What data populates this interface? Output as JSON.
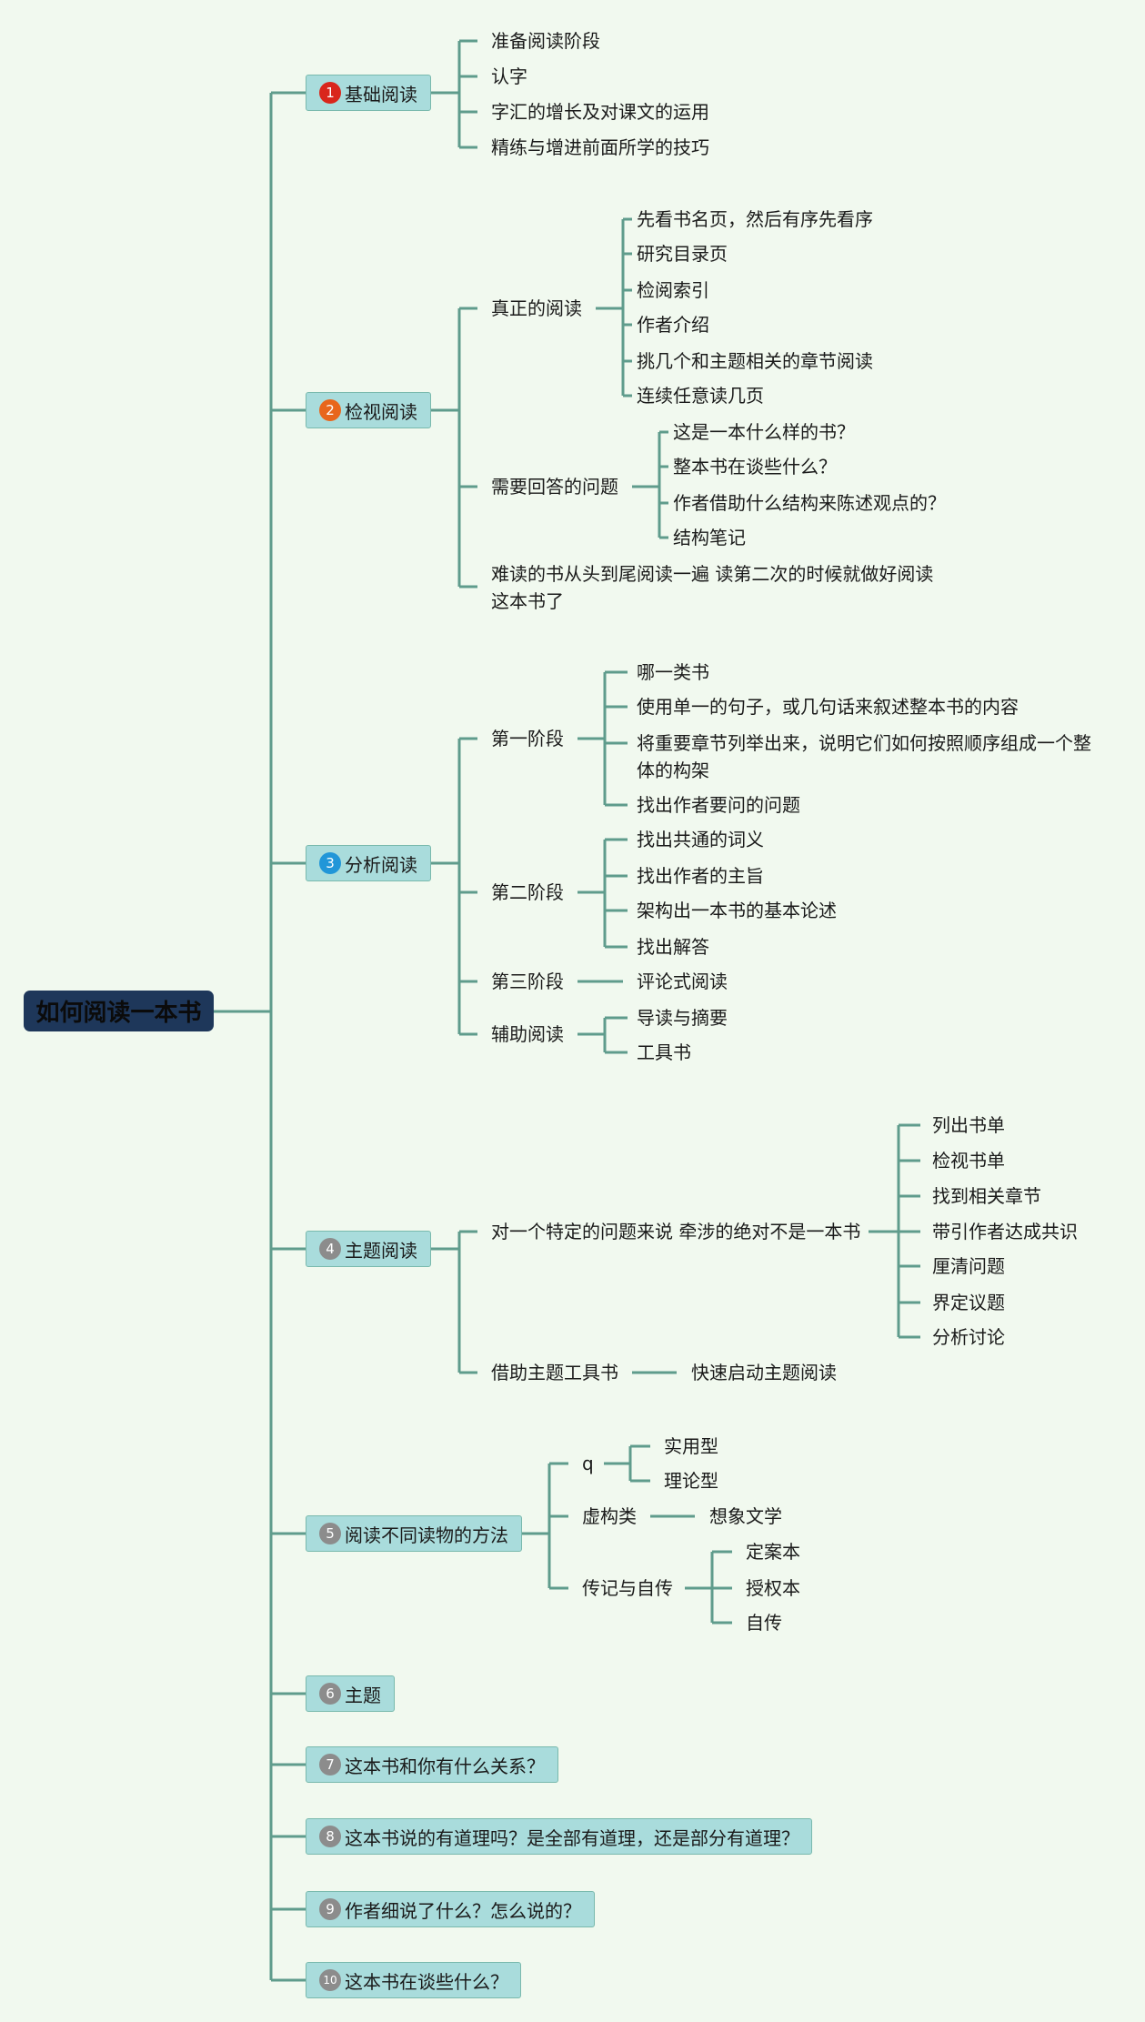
{
  "root": "如何阅读一本书",
  "colors": {
    "background": "#f1f9ef",
    "line": "#5f9c8c",
    "node_fill": "#a9dcdc",
    "root_fill": "#1e375a",
    "badge_1": "#d9261c",
    "badge_2": "#e8661c",
    "badge_3": "#2196d8",
    "badge_other": "#8c8c8c"
  },
  "branches": [
    {
      "num": "1",
      "label": "基础阅读",
      "children": [
        "准备阅读阶段",
        "认字",
        "字汇的增长及对课文的运用",
        "精练与增进前面所学的技巧"
      ]
    },
    {
      "num": "2",
      "label": "检视阅读",
      "children": [
        {
          "label": "真正的阅读",
          "children": [
            "先看书名页，然后有序先看序",
            "研究目录页",
            "检阅索引",
            "作者介绍",
            "挑几个和主题相关的章节阅读",
            "连续任意读几页"
          ]
        },
        {
          "label": "需要回答的问题",
          "children": [
            "这是一本什么样的书？",
            "整本书在谈些什么？",
            "作者借助什么结构来陈述观点的？",
            "结构笔记"
          ]
        },
        {
          "label": "难读的书从头到尾阅读一遍 读第二次的时候就做好阅读这本书了"
        }
      ]
    },
    {
      "num": "3",
      "label": "分析阅读",
      "children": [
        {
          "label": "第一阶段",
          "children": [
            "哪一类书",
            "使用单一的句子，或几句话来叙述整本书的内容",
            "将重要章节列举出来，说明它们如何按照顺序组成一个整体的构架",
            "找出作者要问的问题"
          ]
        },
        {
          "label": "第二阶段",
          "children": [
            "找出共通的词义",
            "找出作者的主旨",
            "架构出一本书的基本论述",
            "找出解答"
          ]
        },
        {
          "label": "第三阶段",
          "children": [
            "评论式阅读"
          ]
        },
        {
          "label": "辅助阅读",
          "children": [
            "导读与摘要",
            "工具书"
          ]
        }
      ]
    },
    {
      "num": "4",
      "label": "主题阅读",
      "children": [
        {
          "label": "对一个特定的问题来说 牵涉的绝对不是一本书",
          "children": [
            "列出书单",
            "检视书单",
            "找到相关章节",
            "带引作者达成共识",
            "厘清问题",
            "界定议题",
            "分析讨论"
          ]
        },
        {
          "label": "借助主题工具书",
          "children": [
            "快速启动主题阅读"
          ]
        }
      ]
    },
    {
      "num": "5",
      "label": "阅读不同读物的方法",
      "children": [
        {
          "label": "q",
          "children": [
            "实用型",
            "理论型"
          ]
        },
        {
          "label": "虚构类",
          "children": [
            "想象文学"
          ]
        },
        {
          "label": "传记与自传",
          "children": [
            "定案本",
            "授权本",
            "自传"
          ]
        }
      ]
    },
    {
      "num": "6",
      "label": "主题"
    },
    {
      "num": "7",
      "label": "这本书和你有什么关系？"
    },
    {
      "num": "8",
      "label": "这本书说的有道理吗？是全部有道理，还是部分有道理？"
    },
    {
      "num": "9",
      "label": "作者细说了什么？怎么说的？"
    },
    {
      "num": "10",
      "label": "这本书在谈些什么？"
    }
  ]
}
